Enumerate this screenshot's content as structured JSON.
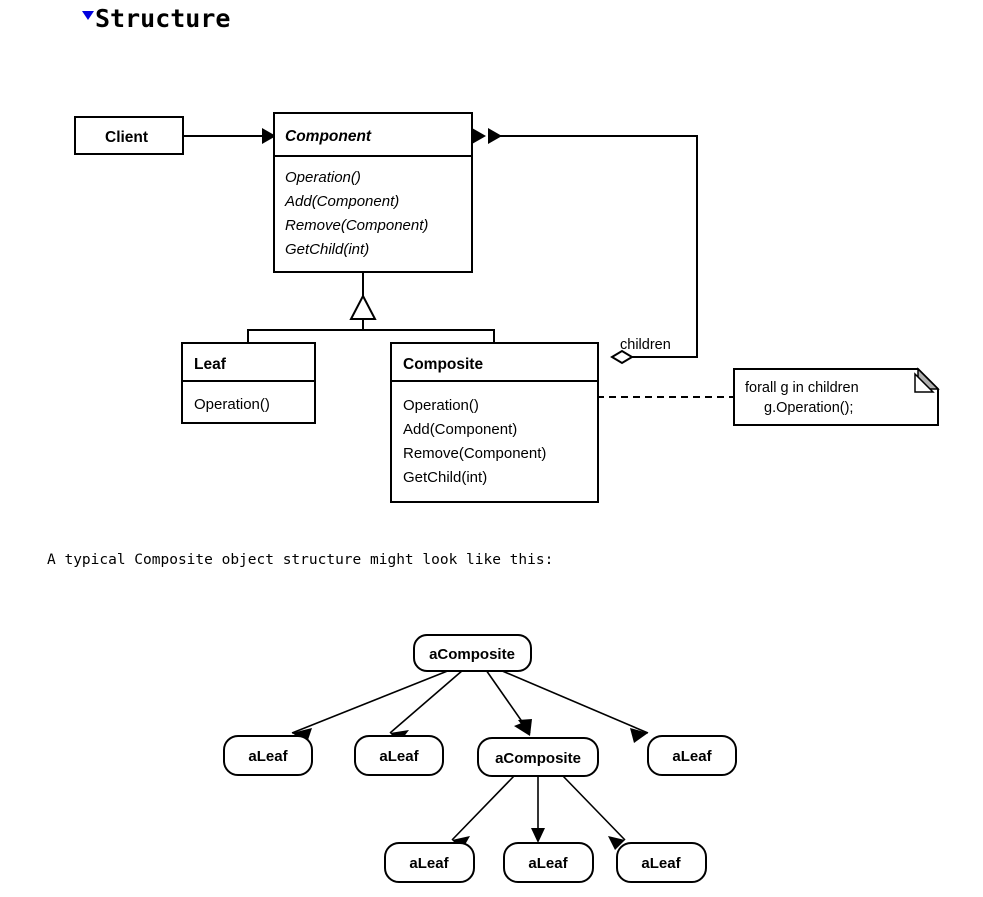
{
  "section": {
    "twisty_icon": "triangle-down-icon",
    "twisty_color": "#0000dd",
    "title": "Structure"
  },
  "class_diagram": {
    "classes": [
      {
        "id": "client",
        "name": "Client",
        "abstract": false,
        "operations": []
      },
      {
        "id": "component",
        "name": "Component",
        "abstract": true,
        "operations": [
          "Operation()",
          "Add(Component)",
          "Remove(Component)",
          "GetChild(int)"
        ]
      },
      {
        "id": "leaf",
        "name": "Leaf",
        "abstract": false,
        "operations": [
          "Operation()"
        ]
      },
      {
        "id": "composite",
        "name": "Composite",
        "abstract": false,
        "operations": [
          "Operation()",
          "Add(Component)",
          "Remove(Component)",
          "GetChild(int)"
        ]
      }
    ],
    "association_label": "children",
    "note": {
      "line1": "forall g in children",
      "line2": "g.Operation();"
    }
  },
  "caption": "A typical Composite object structure might look like this:",
  "object_diagram": {
    "nodes": [
      {
        "id": "root",
        "label": "aComposite"
      },
      {
        "id": "leaf1",
        "label": "aLeaf"
      },
      {
        "id": "leaf2",
        "label": "aLeaf"
      },
      {
        "id": "mid",
        "label": "aComposite"
      },
      {
        "id": "leaf3",
        "label": "aLeaf"
      },
      {
        "id": "leaf4",
        "label": "aLeaf"
      },
      {
        "id": "leaf5",
        "label": "aLeaf"
      },
      {
        "id": "leaf6",
        "label": "aLeaf"
      }
    ]
  }
}
